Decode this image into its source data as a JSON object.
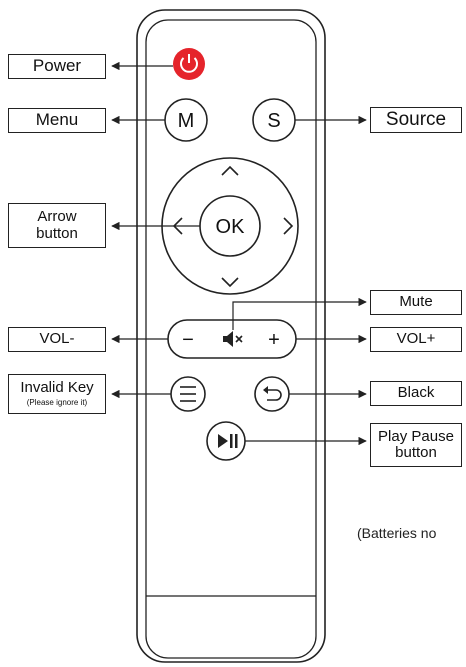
{
  "labels": {
    "power": "Power",
    "menu": "Menu",
    "source": "Source",
    "arrow_line1": "Arrow",
    "arrow_line2": "button",
    "mute": "Mute",
    "vol_minus": "VOL-",
    "vol_plus": "VOL+",
    "invalid_key": "Invalid Key",
    "invalid_key_note": "(Please ignore it)",
    "black": "Black",
    "play_pause_line1": "Play Pause",
    "play_pause_line2": "button"
  },
  "remote_buttons": {
    "menu": "M",
    "source": "S",
    "ok": "OK",
    "vol_minus": "−",
    "vol_plus": "+"
  },
  "footnote": "(Batteries no",
  "colors": {
    "power": "#e5242b",
    "outline": "#222222"
  },
  "icons": [
    "power-icon",
    "chevron-up-icon",
    "chevron-down-icon",
    "chevron-left-icon",
    "chevron-right-icon",
    "mute-icon",
    "hamburger-icon",
    "back-icon",
    "play-pause-icon"
  ]
}
